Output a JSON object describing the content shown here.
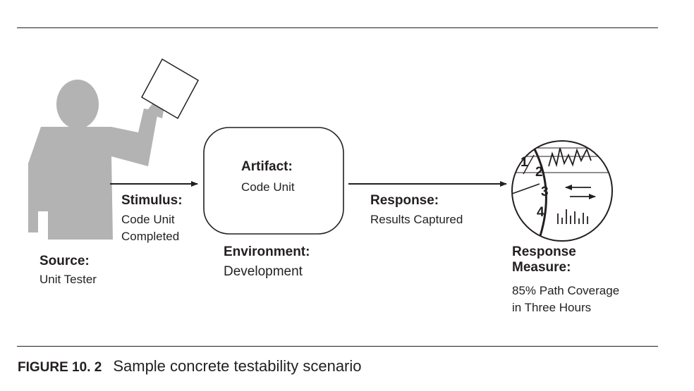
{
  "source": {
    "heading": "Source:",
    "text": "Unit Tester"
  },
  "stimulus": {
    "heading": "Stimulus:",
    "lines": [
      "Code Unit",
      "Completed"
    ]
  },
  "artifact": {
    "heading": "Artifact:",
    "text": "Code Unit"
  },
  "environment": {
    "heading": "Environment:",
    "text": "Development"
  },
  "response": {
    "heading": "Response:",
    "text": "Results Captured"
  },
  "response_measure": {
    "heading_lines": [
      "Response",
      "Measure:"
    ],
    "lines": [
      "85% Path Coverage",
      "in Three Hours"
    ]
  },
  "gauge": {
    "numbers": [
      "1",
      "2",
      "3",
      "4"
    ]
  },
  "figure": {
    "number": "FIGURE 10. 2",
    "caption": "Sample concrete testability scenario"
  },
  "colors": {
    "figure_fill": "#b3b3b3",
    "stroke": "#231f20"
  }
}
